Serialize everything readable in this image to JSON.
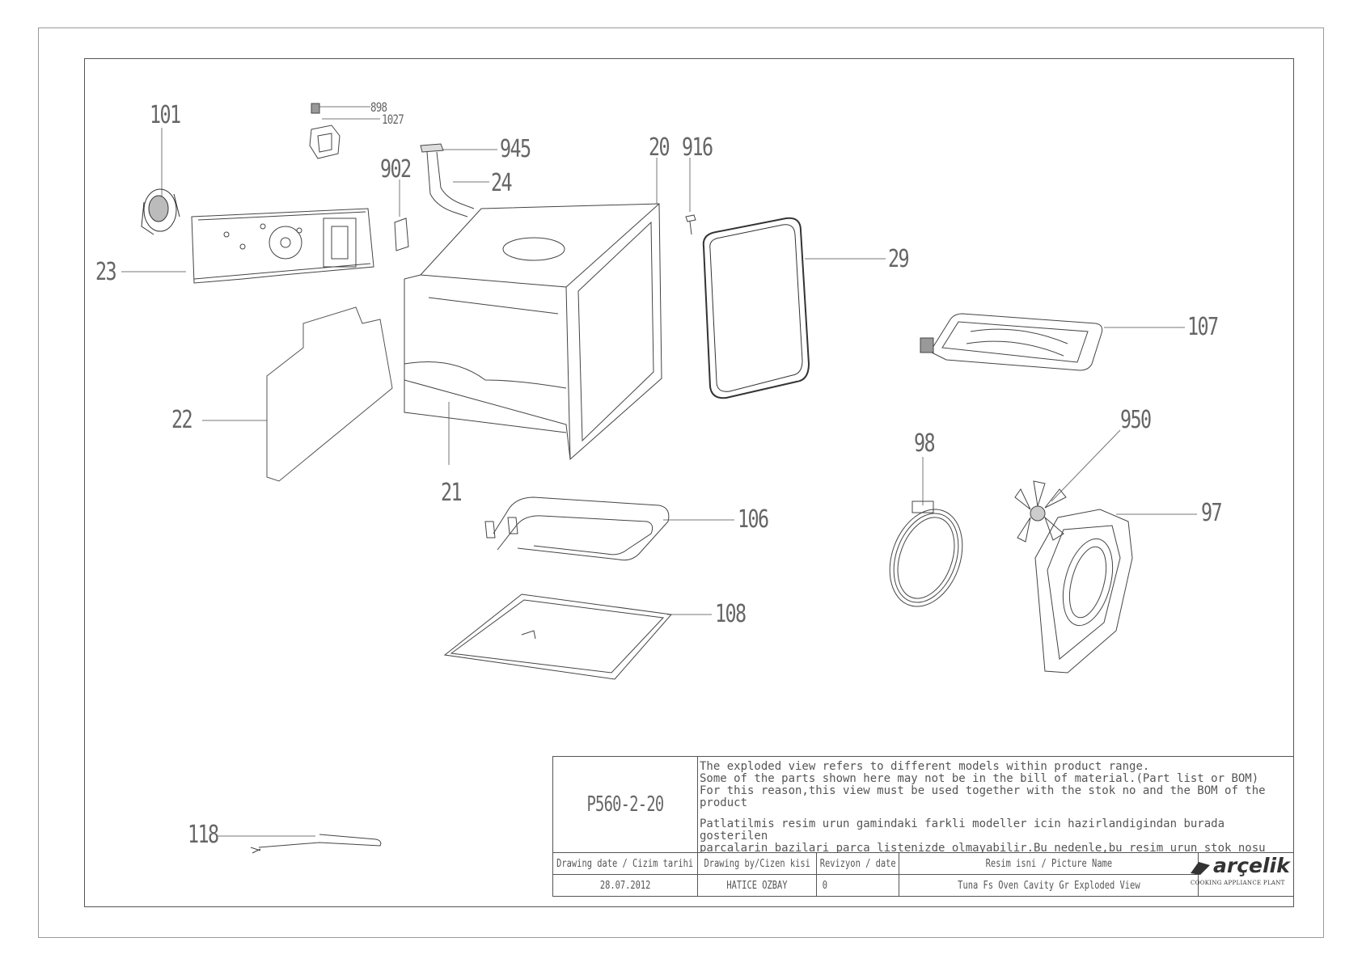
{
  "callouts": {
    "c101": "101",
    "c898": "898",
    "c1027": "1027",
    "c945": "945",
    "c20": "20",
    "c916": "916",
    "c902": "902",
    "c24": "24",
    "c23": "23",
    "c29": "29",
    "c107": "107",
    "c22": "22",
    "c21": "21",
    "c98": "98",
    "c950": "950",
    "c106": "106",
    "c97": "97",
    "c108": "108",
    "c118": "118"
  },
  "title_block": {
    "drawing_code": "P560-2-20",
    "note_en": "The exploded view refers to different models within product range.\nSome of the parts shown here may not be in the bill of material.(Part list or BOM)\nFor this reason,this view must be used together with the stok no and the BOM of the product",
    "note_tr": "Patlatilmis resim urun gamindaki farkli modeller icin hazirlandigindan burada gosterilen\nparcalarin bazilari parca listenizde olmayabilir.Bu nedenle,bu resim urun stok nosu\nve parca listesiyle birlikte kullanilmalidir.",
    "headers": {
      "date": "Drawing date / Cizim tarihi",
      "by": "Drawing by/Cizen kisi",
      "revision": "Revizyon / date",
      "name": "Resim isni / Picture Name"
    },
    "values": {
      "date": "28.07.2012",
      "by": "HATICE OZBAY",
      "revision": "0",
      "name": "Tuna Fs Oven Cavity Gr Exploded View"
    }
  },
  "logo": {
    "brand": "arçelik",
    "tagline": "COOKING APPLIANCE PLANT"
  }
}
